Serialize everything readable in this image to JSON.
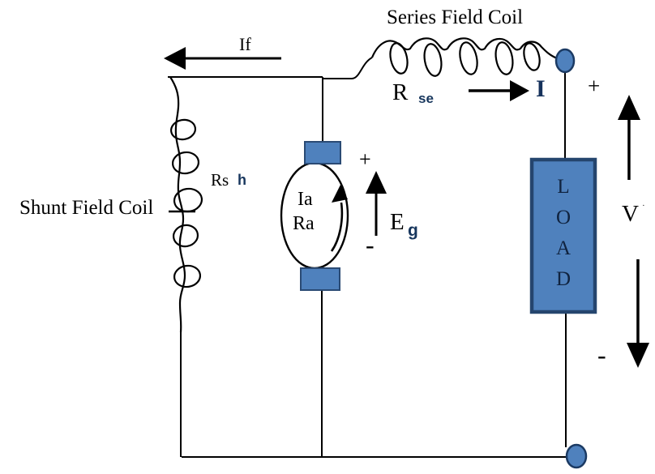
{
  "diagram": {
    "title": "Series Field Coil",
    "shunt": {
      "label": "Shunt Field Coil",
      "r_main": "Rs",
      "r_sub": "h"
    },
    "series": {
      "r_main": "R",
      "r_sub": "se"
    },
    "currents": {
      "field": "If",
      "line": "I"
    },
    "armature": {
      "ia": "Ia",
      "ra": "Ra",
      "plus": "+",
      "minus": "-",
      "emf_main": "E",
      "emf_sub": "g"
    },
    "load": {
      "letters": [
        "L",
        "O",
        "A",
        "D"
      ]
    },
    "output": {
      "plus": "+",
      "minus": "-",
      "voltage": "V",
      "voltage_mark": "·"
    },
    "colors": {
      "component_fill": "#4f81bd",
      "component_border": "#25456e",
      "accent_text": "#17365d",
      "wire": "#000000"
    }
  }
}
